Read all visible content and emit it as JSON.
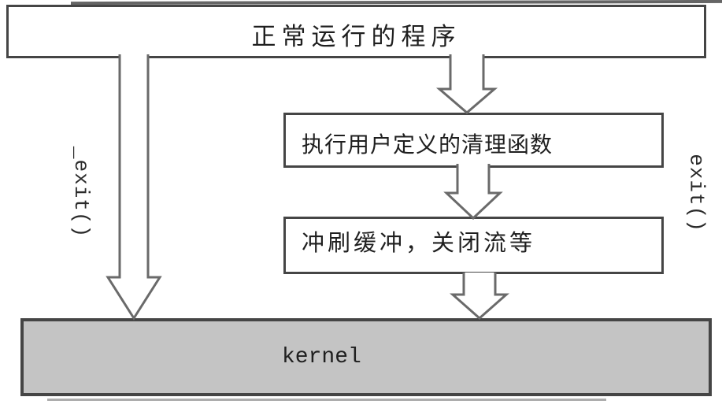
{
  "boxes": {
    "program": "正常运行的程序",
    "cleanup": "执行用户定义的清理函数",
    "flush": "冲刷缓冲，关闭流等",
    "kernel": "kernel"
  },
  "labels": {
    "left": "_exit()",
    "right": "exit()"
  },
  "colors": {
    "border": "#454545",
    "arrow": "#6a6a6a",
    "kernel_fill": "#c4c4c4",
    "text": "#1f1f1f"
  }
}
